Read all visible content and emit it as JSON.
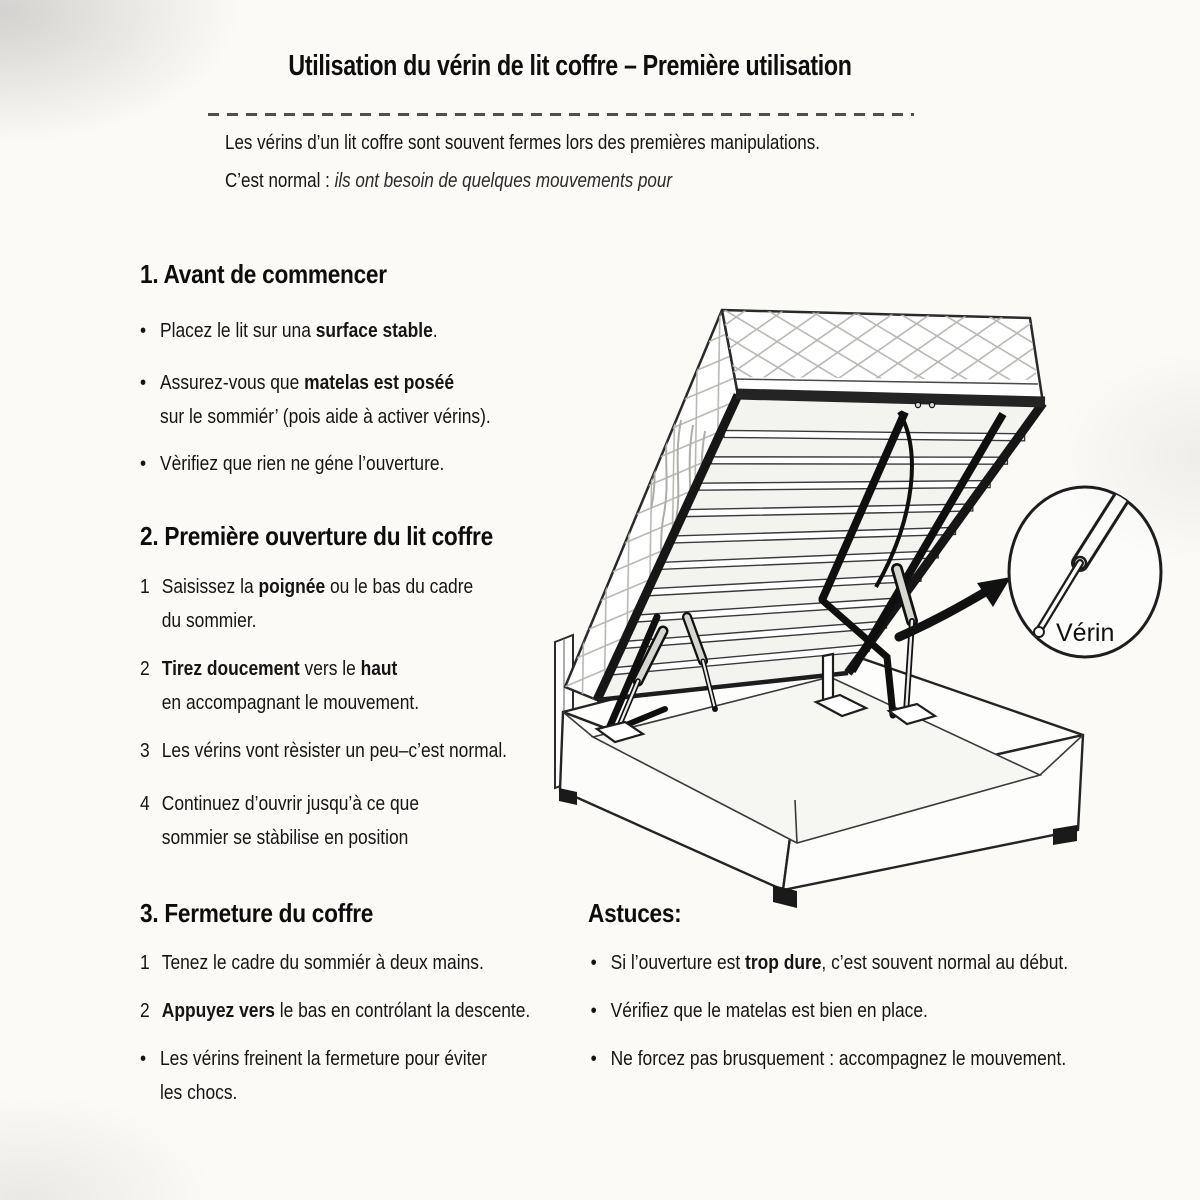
{
  "title": "Utilisation du vérin de lit coffre – Première utilisation",
  "intro": {
    "line1": "Les vérins d’un lit coffre sont souvent fermes lors des premières manipulations.",
    "line2_prefix": "C’est normal : ",
    "line2_italic": "ils ont besoin de quelques mouvements pour"
  },
  "section1": {
    "heading": "1. Avant de commencer",
    "items": [
      {
        "marker": "•",
        "pre": "Placez le lit sur una ",
        "bold": "surface stable",
        "post": "."
      },
      {
        "marker": "•",
        "pre": "Assurez-vous que ",
        "bold": "matelas est poséé",
        "line2": "sur le sommiér’ (pois aide à activer vérins)."
      },
      {
        "marker": "•",
        "pre": "Vèrifiez que rien ne géne l’ouverture."
      }
    ]
  },
  "section2": {
    "heading": "2. Première ouverture du lit coffre",
    "items": [
      {
        "marker": "1",
        "pre": "Saisissez la ",
        "bold": "poignée",
        "post": " ou le bas du cadre",
        "line2": "du sommier."
      },
      {
        "marker": "2",
        "bold": "Tirez doucement",
        "post": " vers le ",
        "bold2": "haut",
        "line2": "en accompagnant le mouvement."
      },
      {
        "marker": "3",
        "pre": "Les vérins vont rèsister un peu–c’est normal."
      },
      {
        "marker": "4",
        "pre": "Continuez d’ouvrir jusqu’à ce que",
        "line2": "sommier se stàbilise en position"
      }
    ]
  },
  "section3": {
    "heading": "3. Fermeture du coffre",
    "items": [
      {
        "marker": "1",
        "pre": "Tenez le cadre du sommiér à deux mains."
      },
      {
        "marker": "2",
        "bold": "Appuyez vers",
        "post": " le bas en contrólant la descente."
      },
      {
        "marker": "•",
        "pre": "Les vérins freinent la fermeture pour éviter",
        "line2": "les chocs."
      }
    ]
  },
  "tips": {
    "heading": "Astuces:",
    "items": [
      {
        "marker": "•",
        "pre": "Si l’ouverture est ",
        "bold": "trop dure",
        "post": ", c’est souvent normal au début."
      },
      {
        "marker": "•",
        "pre": "Vérifiez que le matelas est bien en place."
      },
      {
        "marker": "•",
        "pre": "Ne forcez pas brusquement : accompagnez le mouvement."
      }
    ]
  },
  "illustration": {
    "callout_label": "Vérin"
  },
  "colors": {
    "ink": "#171717",
    "line_art": "#1d1d1d",
    "paper": "#fbfaf7"
  }
}
